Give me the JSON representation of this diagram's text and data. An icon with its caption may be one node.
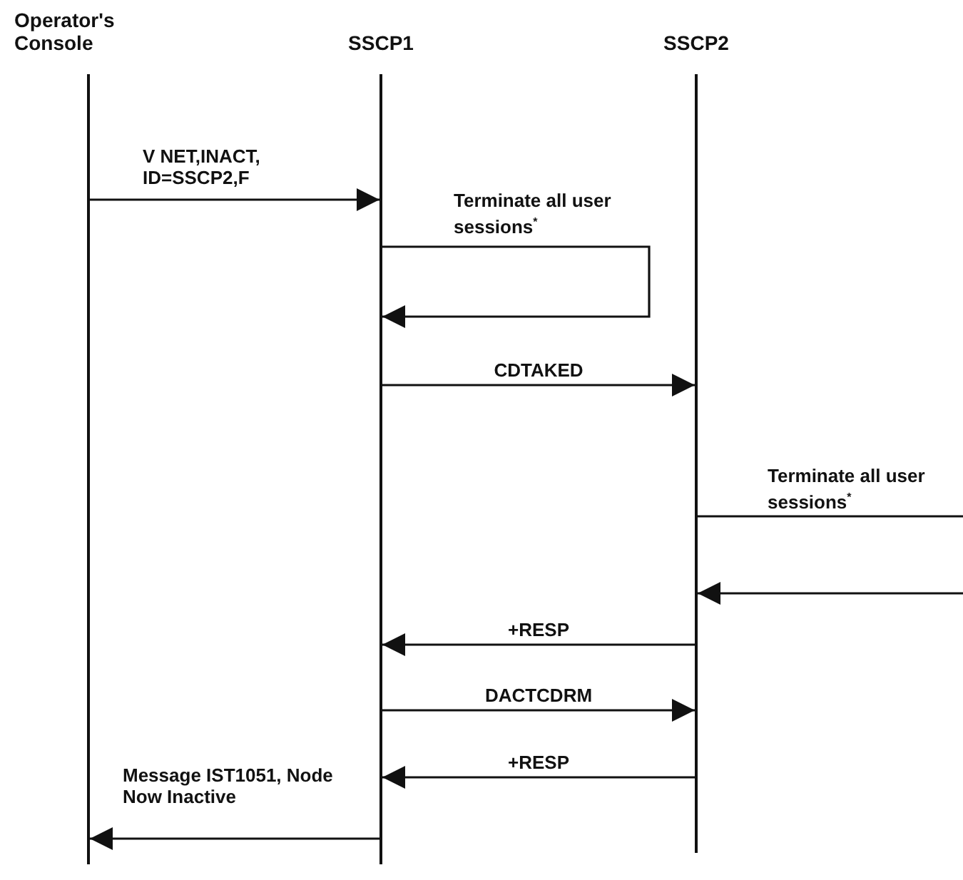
{
  "diagram": {
    "nodes": [
      {
        "text": [
          "Operator's Console"
        ]
      },
      {
        "text": [
          "SSCP1"
        ]
      },
      {
        "text": [
          "SSCP2"
        ]
      }
    ],
    "edges": [
      {
        "from": 0,
        "to": 1,
        "arrow": "to",
        "label": "V NET,INACT, ID=SSCP2,F"
      },
      {
        "from": 1,
        "to": 1,
        "arrow": "to",
        "label": "Terminate all user sessions$^{*}$"
      },
      {
        "from": 1,
        "to": 2,
        "arrow": "to",
        "label": "CDTAKED"
      },
      {
        "from": 2,
        "to": null,
        "arrow": "none",
        "label": "Terminate all user sessions$^{*}$"
      },
      {
        "from": null,
        "to": 2,
        "arrow": "to"
      },
      {
        "from": 2,
        "to": 1,
        "arrow": "to",
        "label": "+RESP"
      },
      {
        "from": 1,
        "to": 2,
        "arrow": "to",
        "label": "DACTCDRM"
      },
      {
        "from": 2,
        "to": 1,
        "arrow": "to",
        "label": "+RESP"
      },
      {
        "from": 1,
        "to": 0,
        "arrow": "to",
        "label": "Message IST1051, Node Now Inactive"
      }
    ]
  }
}
